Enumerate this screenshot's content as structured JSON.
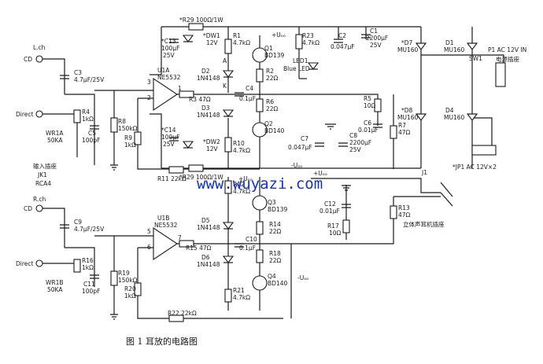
{
  "watermark": "www.wuyazi.com",
  "caption": "图 1   耳放的电路图",
  "channels": {
    "left": {
      "label": "L.ch",
      "cd": "CD",
      "direct": "Direct"
    },
    "right": {
      "label": "R.ch",
      "cd": "CD",
      "direct": "Direct"
    }
  },
  "input_jack": {
    "line1": "输入插座",
    "line2": "JK1",
    "line3": "RCA4"
  },
  "power": {
    "plus": "+Uₒₒ",
    "minus": "-Uₒₒ",
    "plus_short": "+U",
    "minus_short": "-U"
  },
  "components": {
    "R29_top": "*R29 100Ω/1W",
    "R29_bot": "*R29 100Ω/1W",
    "C13": "*C13",
    "C13v": "100μF",
    "C13vv": "25V",
    "C14": "*C14",
    "C14v": "100μF",
    "C14vv": "25V",
    "DW1": "*DW1",
    "DW1v": "12V",
    "DW2": "*DW2",
    "DW2v": "12V",
    "R1": "R1",
    "R1v": "4.7kΩ",
    "R10": "R10",
    "R10v": "4.7kΩ",
    "D2": "D2",
    "D2v": "1N4148",
    "D3": "D3",
    "D3v": "1N4148",
    "Q1": "Q1",
    "Q1v": "BD139",
    "Q2": "Q2",
    "Q2v": "BD140",
    "R2": "R2",
    "R2v": "22Ω",
    "R6": "R6",
    "R6v": "22Ω",
    "C4": "C4",
    "C4v": "0.1μF",
    "R3": "R3 47Ω",
    "U1A": "U1A",
    "U1Av": "NE5532",
    "U1B": "U1B",
    "U1Bv": "NE5532",
    "R23": "R23",
    "R23v": "4.7kΩ",
    "LED1": "LED1",
    "LED1v": "Blue LED",
    "C2": "C2",
    "C2v": "0.047μF",
    "C1": "C1",
    "C1v": "2200μF",
    "C1vv": "25V",
    "D7": "*D7",
    "D7v": "MU160",
    "D1": "D1",
    "D1v": "MU160",
    "D8": "*D8",
    "D8v": "MU160",
    "D4": "D4",
    "D4v": "MU160",
    "P1": "P1 AC 12V IN",
    "P1v": "电源插座",
    "SW1": "SW1",
    "JP1": "*JP1 AC 12V×2",
    "R5": "R5",
    "R5v": "10Ω",
    "C6": "C6",
    "C6v": "0.01μF",
    "R7": "R7",
    "R7v": "47Ω",
    "C7": "C7",
    "C7v": "0.047μF",
    "C8": "C8",
    "C8v": "2200μF",
    "C8vv": "25V",
    "C3": "C3",
    "C3v": "4.7μF/25V",
    "C9": "C9",
    "C9v": "4.7μF/25V",
    "R4": "R4",
    "R4v": "1kΩ",
    "R16": "R16",
    "R16v": "1kΩ",
    "C5": "C5",
    "C5v": "100pF",
    "C11": "C11",
    "C11v": "100pF",
    "R8": "R8",
    "R8v": "150kΩ",
    "R19": "R19",
    "R19v": "150kΩ",
    "R9": "R9",
    "R9v": "1kΩ",
    "R20": "R20",
    "R20v": "1kΩ",
    "WR1A": "WR1A",
    "WR1Av": "50KA",
    "WR1B": "WR1B",
    "WR1Bv": "50KA",
    "R11": "R11  22kΩ",
    "R22": "R22  22kΩ",
    "J1": "J1",
    "J1v": "立体声耳机插座",
    "R13": "R13",
    "R13v": "47Ω",
    "C12": "C12",
    "C12v": "0.01μF",
    "R17": "R17",
    "R17v": "10Ω",
    "R12": "R12",
    "R12v": "4.7kΩ",
    "R21": "R21",
    "R21v": "4.7kΩ",
    "D5": "D5",
    "D5v": "1N4148",
    "D6": "D6",
    "D6v": "1N4148",
    "Q3": "Q3",
    "Q3v": "BD139",
    "Q4": "Q4",
    "Q4v": "BD140",
    "R14": "R14",
    "R14v": "22Ω",
    "R18": "R18",
    "R18v": "22Ω",
    "C10": "C10",
    "C10v": "0.1μF",
    "R15": "R15  47Ω"
  },
  "pins": {
    "p1": "1",
    "p2": "2",
    "p3": "3",
    "p5": "5",
    "p6": "6",
    "p7": "7",
    "A": "A",
    "K": "K"
  }
}
